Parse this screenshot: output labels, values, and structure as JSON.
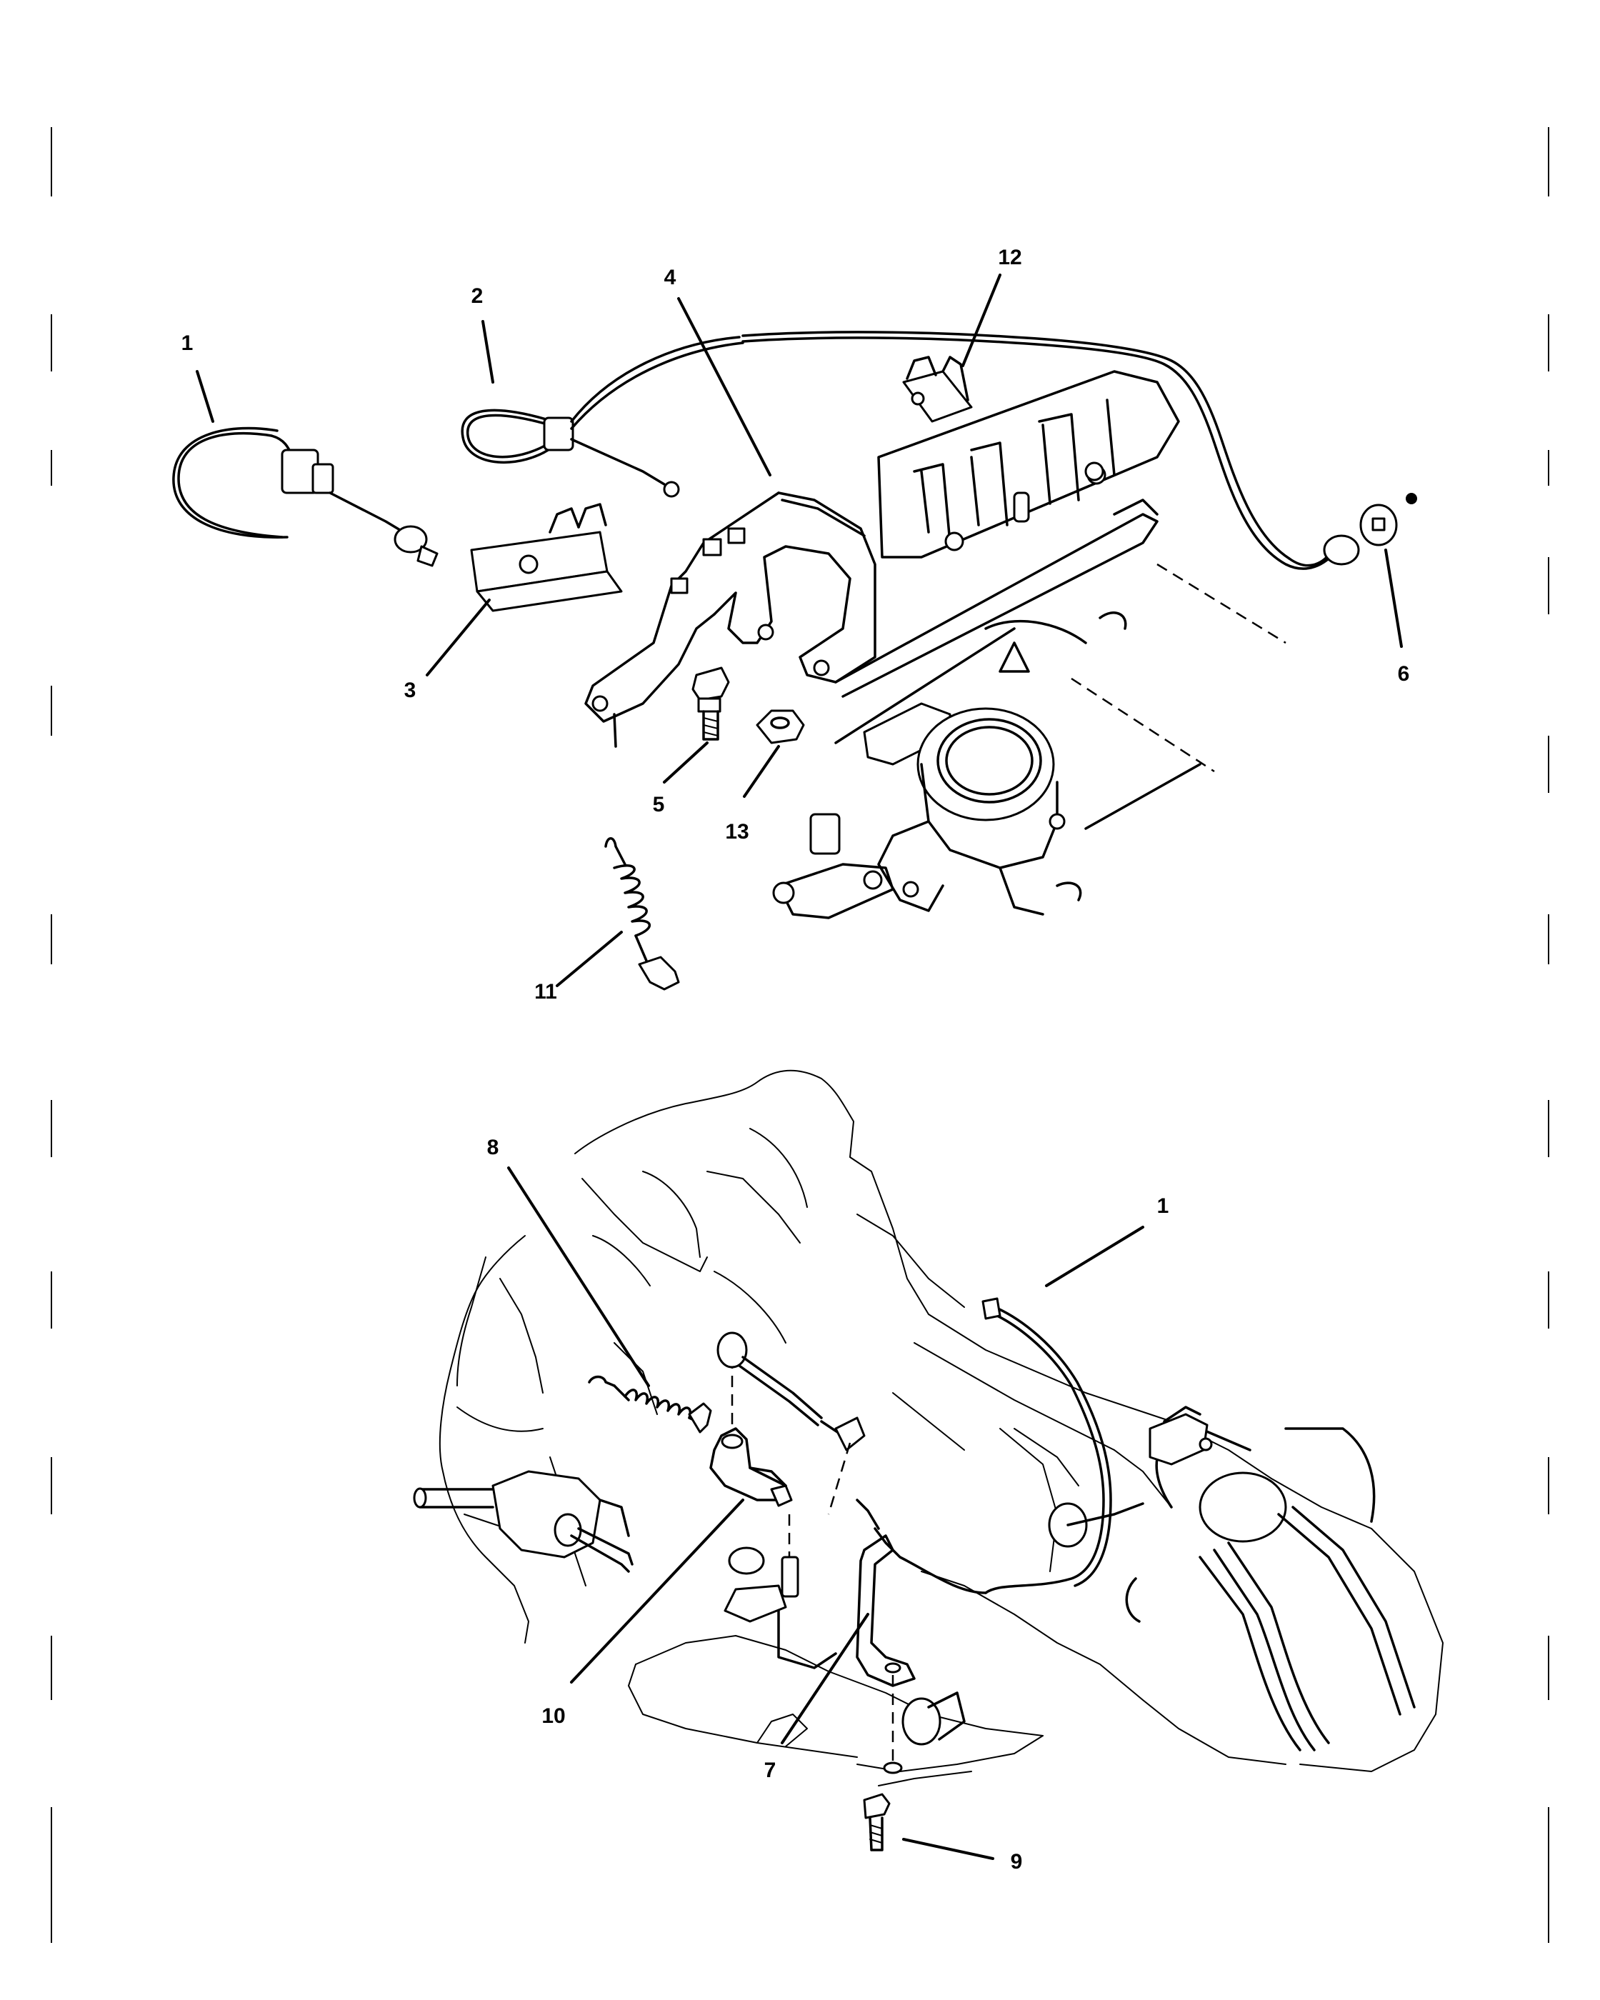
{
  "callouts": {
    "c1_top": "1",
    "c2": "2",
    "c3": "3",
    "c4": "4",
    "c5": "5",
    "c6": "6",
    "c7": "7",
    "c8": "8",
    "c9": "9",
    "c10": "10",
    "c11": "11",
    "c12": "12",
    "c13": "13",
    "c1_bottom": "1"
  }
}
